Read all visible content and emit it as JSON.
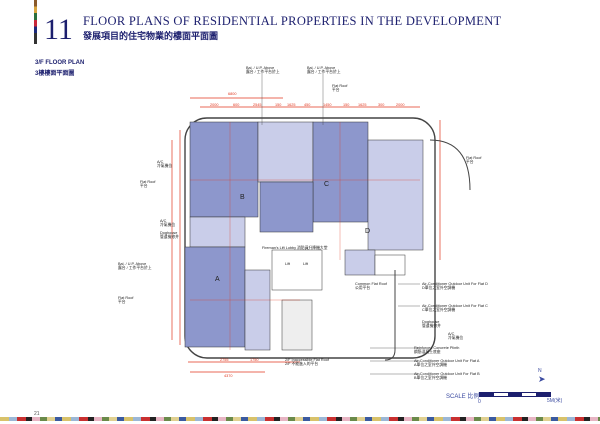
{
  "header": {
    "chapter": "11",
    "title": "FLOOR PLANS OF RESIDENTIAL PROPERTIES IN THE DEVELOPMENT",
    "subtitle": "發展項目的住宅物業的樓面平面圖"
  },
  "plan": {
    "title_en": "3/F FLOOR PLAN",
    "title_zh": "3樓樓面平面圖"
  },
  "labels": {
    "bal_above_1": "Bal. / U.P. Above",
    "bal_above_1_zh": "露台 / 工作平台於上",
    "bal_above_2": "Bal. / U.P. Above",
    "bal_above_2_zh": "露台 / 工作平台於上",
    "flat_roof_top": "Flat Roof",
    "flat_roof_top_zh": "平台",
    "ac_left": "A/C",
    "ac_left_zh": "冷氣機位",
    "flat_roof_left": "Flat Roof",
    "flat_roof_left_zh": "平台",
    "ac_mid": "A/C",
    "ac_mid_zh": "冷氣機位",
    "doghouse_left": "Doghouse",
    "doghouse_left_zh": "管道檢修井",
    "bal_left": "Bal. / U.P. Above",
    "bal_left_zh": "露台 / 工作平台於上",
    "flat_roof_lower": "Flat Roof",
    "flat_roof_lower_zh": "平台",
    "flat_roof_right": "Flat Roof",
    "flat_roof_right_zh": "平台",
    "firemans_lift": "Fireman's Lift Lobby 消防員升降機大堂",
    "common_flat_roof": "Common Flat Roof",
    "common_flat_roof_zh": "公用平台",
    "ac_unit_d": "Air-Conditioner Outdoor Unit For Flat D",
    "ac_unit_d_zh": "D單位之室外空調機",
    "ac_unit_c": "Air-Conditioner Outdoor Unit For Flat C",
    "ac_unit_c_zh": "C單位之室外空調機",
    "doghouse_right": "Doghouse",
    "doghouse_right_zh": "管道檢修井",
    "ac_right": "A/C",
    "ac_right_zh": "冷氣機位",
    "plinth": "Reinforced Concrete Plinth",
    "plinth_zh": "鋼筋混凝土底座",
    "ac_unit_a": "Air-Conditioner Outdoor Unit For Flat A",
    "ac_unit_a_zh": "A單位之室外空調機",
    "ac_unit_b": "Air-Conditioner Outdoor Unit For Flat B",
    "ac_unit_b_zh": "B單位之室外空調機",
    "inaccessible_roof": "2/F Inaccessible Flat Roof",
    "inaccessible_roof_zh": "2/F 不能進入的平台",
    "flat_a": "A",
    "flat_b": "B",
    "flat_c": "C",
    "flat_d": "D",
    "lift1": "Lift",
    "lift2": "Lift"
  },
  "dimensions": {
    "top_overall": "6800",
    "top": [
      "2000",
      "600",
      "2545",
      "150",
      "1625",
      "450",
      "1450",
      "150",
      "1625",
      "300",
      "2000"
    ],
    "bottom": [
      "2755",
      "1750",
      "4370"
    ]
  },
  "scale": {
    "label": "SCALE 比例",
    "start": "0",
    "end": "5M(米)",
    "north": "N"
  },
  "page_number": "21",
  "colors": {
    "title": "#1c1f6e",
    "room": "#8d97cc",
    "room_light": "#c9cde9",
    "dimension": "#e0371f"
  }
}
